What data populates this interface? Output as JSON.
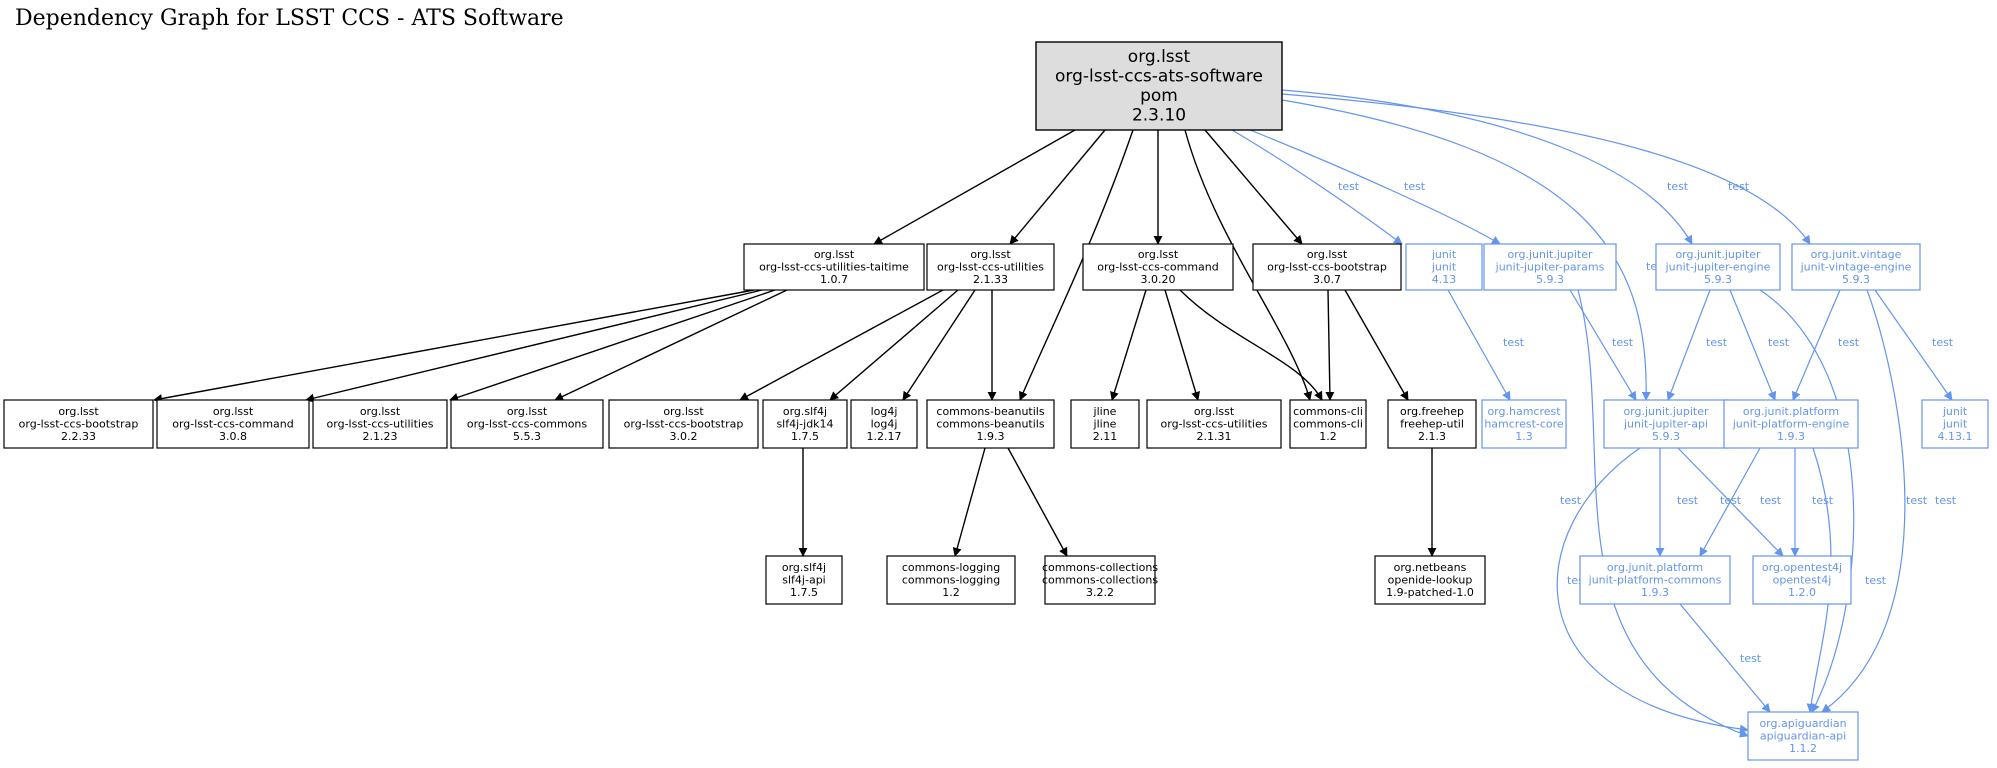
{
  "title": "Dependency Graph for LSST CCS - ATS Software",
  "colors": {
    "compile": "#000000",
    "test": "#6495ed",
    "root_fill": "#dddddd"
  },
  "nodes": [
    {
      "id": "root",
      "lines": [
        "org.lsst",
        "org-lsst-ccs-ats-software",
        "pom",
        "2.3.10"
      ],
      "scope": "root"
    },
    {
      "id": "taitime",
      "lines": [
        "org.lsst",
        "org-lsst-ccs-utilities-taitime",
        "1.0.7"
      ],
      "scope": "compile"
    },
    {
      "id": "utilities2133",
      "lines": [
        "org.lsst",
        "org-lsst-ccs-utilities",
        "2.1.33"
      ],
      "scope": "compile"
    },
    {
      "id": "command3020",
      "lines": [
        "org.lsst",
        "org-lsst-ccs-command",
        "3.0.20"
      ],
      "scope": "compile"
    },
    {
      "id": "bootstrap307",
      "lines": [
        "org.lsst",
        "org-lsst-ccs-bootstrap",
        "3.0.7"
      ],
      "scope": "compile"
    },
    {
      "id": "junit413",
      "lines": [
        "junit",
        "junit",
        "4.13"
      ],
      "scope": "test"
    },
    {
      "id": "jupiterparams",
      "lines": [
        "org.junit.jupiter",
        "junit-jupiter-params",
        "5.9.3"
      ],
      "scope": "test"
    },
    {
      "id": "jupiterengine",
      "lines": [
        "org.junit.jupiter",
        "junit-jupiter-engine",
        "5.9.3"
      ],
      "scope": "test"
    },
    {
      "id": "vintageengine",
      "lines": [
        "org.junit.vintage",
        "junit-vintage-engine",
        "5.9.3"
      ],
      "scope": "test"
    },
    {
      "id": "bootstrap2233",
      "lines": [
        "org.lsst",
        "org-lsst-ccs-bootstrap",
        "2.2.33"
      ],
      "scope": "compile"
    },
    {
      "id": "command308",
      "lines": [
        "org.lsst",
        "org-lsst-ccs-command",
        "3.0.8"
      ],
      "scope": "compile"
    },
    {
      "id": "utilities2123",
      "lines": [
        "org.lsst",
        "org-lsst-ccs-utilities",
        "2.1.23"
      ],
      "scope": "compile"
    },
    {
      "id": "commons553",
      "lines": [
        "org.lsst",
        "org-lsst-ccs-commons",
        "5.5.3"
      ],
      "scope": "compile"
    },
    {
      "id": "bootstrap302",
      "lines": [
        "org.lsst",
        "org-lsst-ccs-bootstrap",
        "3.0.2"
      ],
      "scope": "compile"
    },
    {
      "id": "slf4jjdk14",
      "lines": [
        "org.slf4j",
        "slf4j-jdk14",
        "1.7.5"
      ],
      "scope": "compile"
    },
    {
      "id": "log4j",
      "lines": [
        "log4j",
        "log4j",
        "1.2.17"
      ],
      "scope": "compile"
    },
    {
      "id": "beanutils",
      "lines": [
        "commons-beanutils",
        "commons-beanutils",
        "1.9.3"
      ],
      "scope": "compile"
    },
    {
      "id": "jline",
      "lines": [
        "jline",
        "jline",
        "2.11"
      ],
      "scope": "compile"
    },
    {
      "id": "utilities2131",
      "lines": [
        "org.lsst",
        "org-lsst-ccs-utilities",
        "2.1.31"
      ],
      "scope": "compile"
    },
    {
      "id": "commonscli",
      "lines": [
        "commons-cli",
        "commons-cli",
        "1.2"
      ],
      "scope": "compile"
    },
    {
      "id": "freehep",
      "lines": [
        "org.freehep",
        "freehep-util",
        "2.1.3"
      ],
      "scope": "compile"
    },
    {
      "id": "hamcrest",
      "lines": [
        "org.hamcrest",
        "hamcrest-core",
        "1.3"
      ],
      "scope": "test"
    },
    {
      "id": "jupiterapi",
      "lines": [
        "org.junit.jupiter",
        "junit-jupiter-api",
        "5.9.3"
      ],
      "scope": "test"
    },
    {
      "id": "platformengine",
      "lines": [
        "org.junit.platform",
        "junit-platform-engine",
        "1.9.3"
      ],
      "scope": "test"
    },
    {
      "id": "junit4131",
      "lines": [
        "junit",
        "junit",
        "4.13.1"
      ],
      "scope": "test"
    },
    {
      "id": "slf4japi",
      "lines": [
        "org.slf4j",
        "slf4j-api",
        "1.7.5"
      ],
      "scope": "compile"
    },
    {
      "id": "commonslogging",
      "lines": [
        "commons-logging",
        "commons-logging",
        "1.2"
      ],
      "scope": "compile"
    },
    {
      "id": "collections",
      "lines": [
        "commons-collections",
        "commons-collections",
        "3.2.2"
      ],
      "scope": "compile"
    },
    {
      "id": "openide",
      "lines": [
        "org.netbeans",
        "openide-lookup",
        "1.9-patched-1.0"
      ],
      "scope": "compile"
    },
    {
      "id": "platformcommons",
      "lines": [
        "org.junit.platform",
        "junit-platform-commons",
        "1.9.3"
      ],
      "scope": "test"
    },
    {
      "id": "opentest4j",
      "lines": [
        "org.opentest4j",
        "opentest4j",
        "1.2.0"
      ],
      "scope": "test"
    },
    {
      "id": "apiguardian",
      "lines": [
        "org.apiguardian",
        "apiguardian-api",
        "1.1.2"
      ],
      "scope": "test"
    }
  ],
  "edges": [
    {
      "from": "root",
      "to": "taitime",
      "label": ""
    },
    {
      "from": "root",
      "to": "utilities2133",
      "label": ""
    },
    {
      "from": "root",
      "to": "beanutils",
      "label": ""
    },
    {
      "from": "root",
      "to": "command3020",
      "label": ""
    },
    {
      "from": "root",
      "to": "commonscli",
      "label": ""
    },
    {
      "from": "root",
      "to": "bootstrap307",
      "label": ""
    },
    {
      "from": "root",
      "to": "junit413",
      "label": "test"
    },
    {
      "from": "root",
      "to": "jupiterparams",
      "label": "test"
    },
    {
      "from": "root",
      "to": "jupiterapi",
      "label": "test"
    },
    {
      "from": "root",
      "to": "jupiterengine",
      "label": "test"
    },
    {
      "from": "root",
      "to": "vintageengine",
      "label": "test"
    },
    {
      "from": "taitime",
      "to": "bootstrap2233",
      "label": ""
    },
    {
      "from": "taitime",
      "to": "command308",
      "label": ""
    },
    {
      "from": "taitime",
      "to": "utilities2123",
      "label": ""
    },
    {
      "from": "taitime",
      "to": "commons553",
      "label": ""
    },
    {
      "from": "utilities2133",
      "to": "bootstrap302",
      "label": ""
    },
    {
      "from": "utilities2133",
      "to": "slf4jjdk14",
      "label": ""
    },
    {
      "from": "utilities2133",
      "to": "log4j",
      "label": ""
    },
    {
      "from": "utilities2133",
      "to": "beanutils",
      "label": ""
    },
    {
      "from": "command3020",
      "to": "jline",
      "label": ""
    },
    {
      "from": "command3020",
      "to": "utilities2131",
      "label": ""
    },
    {
      "from": "command3020",
      "to": "commonscli",
      "label": ""
    },
    {
      "from": "bootstrap307",
      "to": "commonscli",
      "label": ""
    },
    {
      "from": "bootstrap307",
      "to": "freehep",
      "label": ""
    },
    {
      "from": "slf4jjdk14",
      "to": "slf4japi",
      "label": ""
    },
    {
      "from": "beanutils",
      "to": "commonslogging",
      "label": ""
    },
    {
      "from": "beanutils",
      "to": "collections",
      "label": ""
    },
    {
      "from": "freehep",
      "to": "openide",
      "label": ""
    },
    {
      "from": "junit413",
      "to": "hamcrest",
      "label": "test"
    },
    {
      "from": "jupiterparams",
      "to": "jupiterapi",
      "label": "test"
    },
    {
      "from": "jupiterparams",
      "to": "apiguardian",
      "label": "test"
    },
    {
      "from": "jupiterengine",
      "to": "jupiterapi",
      "label": "test"
    },
    {
      "from": "jupiterengine",
      "to": "platformengine",
      "label": "test"
    },
    {
      "from": "jupiterengine",
      "to": "apiguardian",
      "label": "test"
    },
    {
      "from": "vintageengine",
      "to": "platformengine",
      "label": "test"
    },
    {
      "from": "vintageengine",
      "to": "junit4131",
      "label": "test"
    },
    {
      "from": "vintageengine",
      "to": "apiguardian",
      "label": "test"
    },
    {
      "from": "jupiterapi",
      "to": "platformcommons",
      "label": "test"
    },
    {
      "from": "jupiterapi",
      "to": "opentest4j",
      "label": "test"
    },
    {
      "from": "jupiterapi",
      "to": "apiguardian",
      "label": "test"
    },
    {
      "from": "platformengine",
      "to": "platformcommons",
      "label": "test"
    },
    {
      "from": "platformengine",
      "to": "opentest4j",
      "label": "test"
    },
    {
      "from": "platformengine",
      "to": "apiguardian",
      "label": "test"
    },
    {
      "from": "platformcommons",
      "to": "apiguardian",
      "label": "test"
    }
  ]
}
